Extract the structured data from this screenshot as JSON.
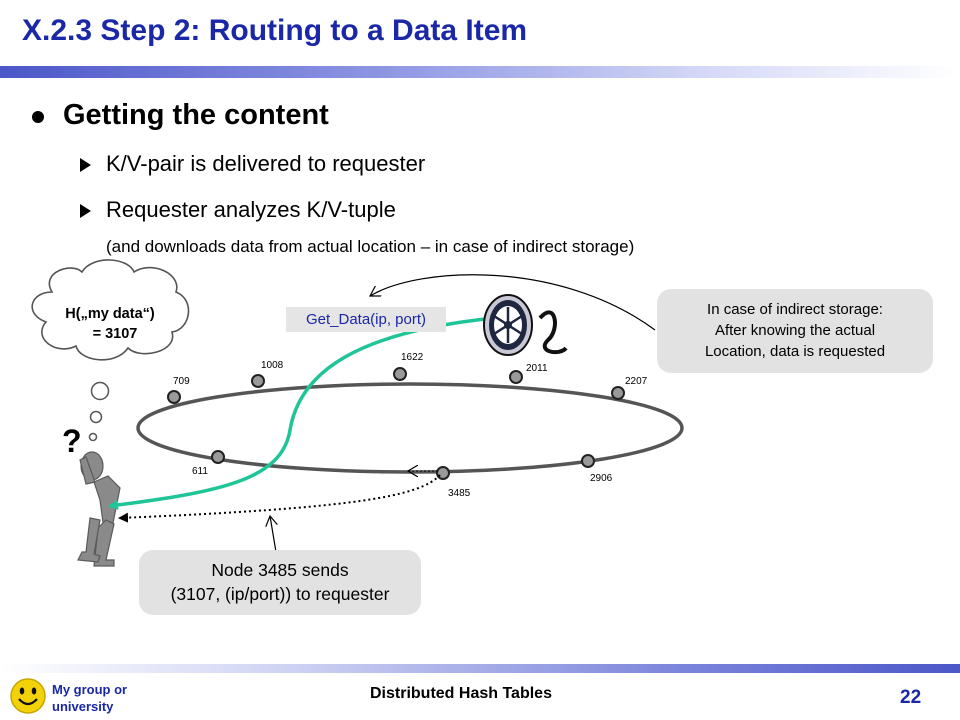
{
  "slide": {
    "title": "X.2.3  Step 2: Routing to a Data Item",
    "bullet_main": "Getting the content",
    "sub_bullets": [
      "K/V-pair is delivered to requester",
      "Requester analyzes K/V-tuple"
    ],
    "sub_note": "(and downloads data from actual location – in case of indirect storage)"
  },
  "diagram": {
    "thought_line1": "H(„my data“)",
    "thought_line2": "= 3107",
    "question_mark": "?",
    "get_data_label": "Get_Data(ip, port)",
    "nodes": [
      {
        "id": "709"
      },
      {
        "id": "1008"
      },
      {
        "id": "1622"
      },
      {
        "id": "2011"
      },
      {
        "id": "2207"
      },
      {
        "id": "2906"
      },
      {
        "id": "3485"
      },
      {
        "id": "611"
      }
    ],
    "callout_right": {
      "line1": "In case of indirect storage:",
      "line2": "After knowing the actual",
      "line3": "Location, data is requested"
    },
    "callout_bottom": {
      "line1": "Node 3485 sends",
      "line2": "(3107, (ip/port)) to requester"
    },
    "colors": {
      "route_arrow": "#1fc596",
      "title": "#1a28a8"
    }
  },
  "footer": {
    "logo_text_line1": "My group or",
    "logo_text_line2": "university",
    "center_text": "Distributed Hash Tables",
    "page_number": "22"
  }
}
